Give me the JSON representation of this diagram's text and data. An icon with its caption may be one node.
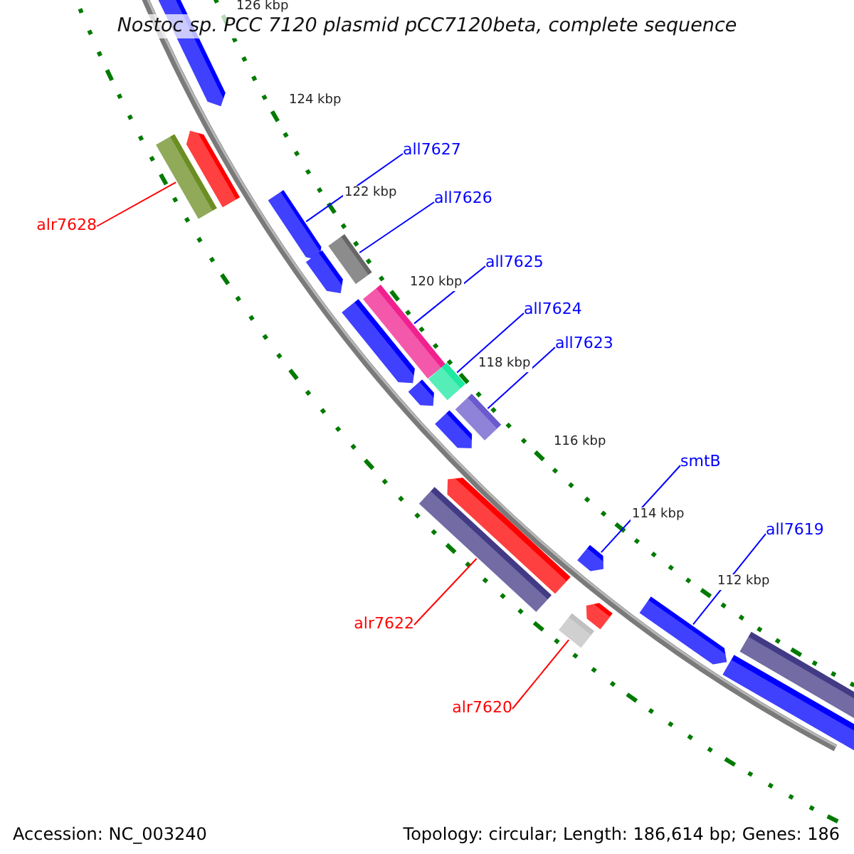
{
  "diagram": {
    "title": "Nostoc sp. PCC 7120 plasmid pCC7120beta, complete sequence",
    "nodes": [
      {
        "text": [
          "all7627"
        ]
      },
      {
        "text": [
          "all7626"
        ]
      },
      {
        "text": [
          "alr7628"
        ]
      },
      {
        "text": [
          "all7625"
        ]
      },
      {
        "text": [
          "all7624"
        ]
      },
      {
        "text": [
          "all7623"
        ]
      },
      {
        "text": [
          "smtB"
        ]
      },
      {
        "text": [
          "all7619"
        ]
      },
      {
        "text": [
          "alr7622"
        ]
      },
      {
        "text": [
          "alr7620"
        ]
      },
      {
        "text": [],
        "shape": "arrow"
      },
      {
        "text": [],
        "shape": "bar"
      },
      {
        "text": [],
        "shape": "arrow"
      },
      {
        "text": [],
        "shape": "arrow"
      },
      {
        "text": [],
        "shape": "bar"
      },
      {
        "text": [],
        "shape": "arrow"
      },
      {
        "text": [],
        "shape": "bar"
      },
      {
        "text": [],
        "shape": "arrow"
      },
      {
        "text": [],
        "shape": "bar"
      },
      {
        "text": [],
        "shape": "arrow"
      },
      {
        "text": [],
        "shape": "bar"
      },
      {
        "text": [],
        "shape": "arrow"
      },
      {
        "text": [],
        "shape": "arrow"
      },
      {
        "text": [],
        "shape": "bar"
      },
      {
        "text": [],
        "shape": "arrow"
      },
      {
        "text": [],
        "shape": "arrow"
      },
      {
        "text": [],
        "shape": "bar"
      },
      {
        "text": [],
        "shape": "arrow"
      },
      {
        "text": [],
        "shape": "bar"
      },
      {
        "text": [],
        "shape": "bar"
      }
    ],
    "edges": [
      {
        "from": 0,
        "to": 13,
        "arrow": "none"
      },
      {
        "from": 1,
        "to": 14,
        "arrow": "none"
      },
      {
        "from": 2,
        "to": 11,
        "arrow": "none",
        "color": "#ff0000"
      },
      {
        "from": 3,
        "to": 16,
        "arrow": "none"
      },
      {
        "from": 4,
        "to": 18,
        "arrow": "none"
      },
      {
        "from": 5,
        "to": 20,
        "arrow": "none"
      },
      {
        "from": 6,
        "to": 24,
        "arrow": "none"
      },
      {
        "from": 7,
        "to": 27,
        "arrow": "none"
      },
      {
        "from": 8,
        "to": 23,
        "arrow": "none",
        "color": "#ff0000"
      },
      {
        "from": 9,
        "to": 26,
        "arrow": "none",
        "color": "#ff0000"
      }
    ],
    "labels": [
      "126 kbp",
      "124 kbp",
      "122 kbp",
      "120 kbp",
      "118 kbp",
      "116 kbp",
      "114 kbp",
      "112 kbp",
      "Accession: NC_003240",
      "Topology: circular; Length: 186,614 bp; Genes: 186"
    ]
  }
}
